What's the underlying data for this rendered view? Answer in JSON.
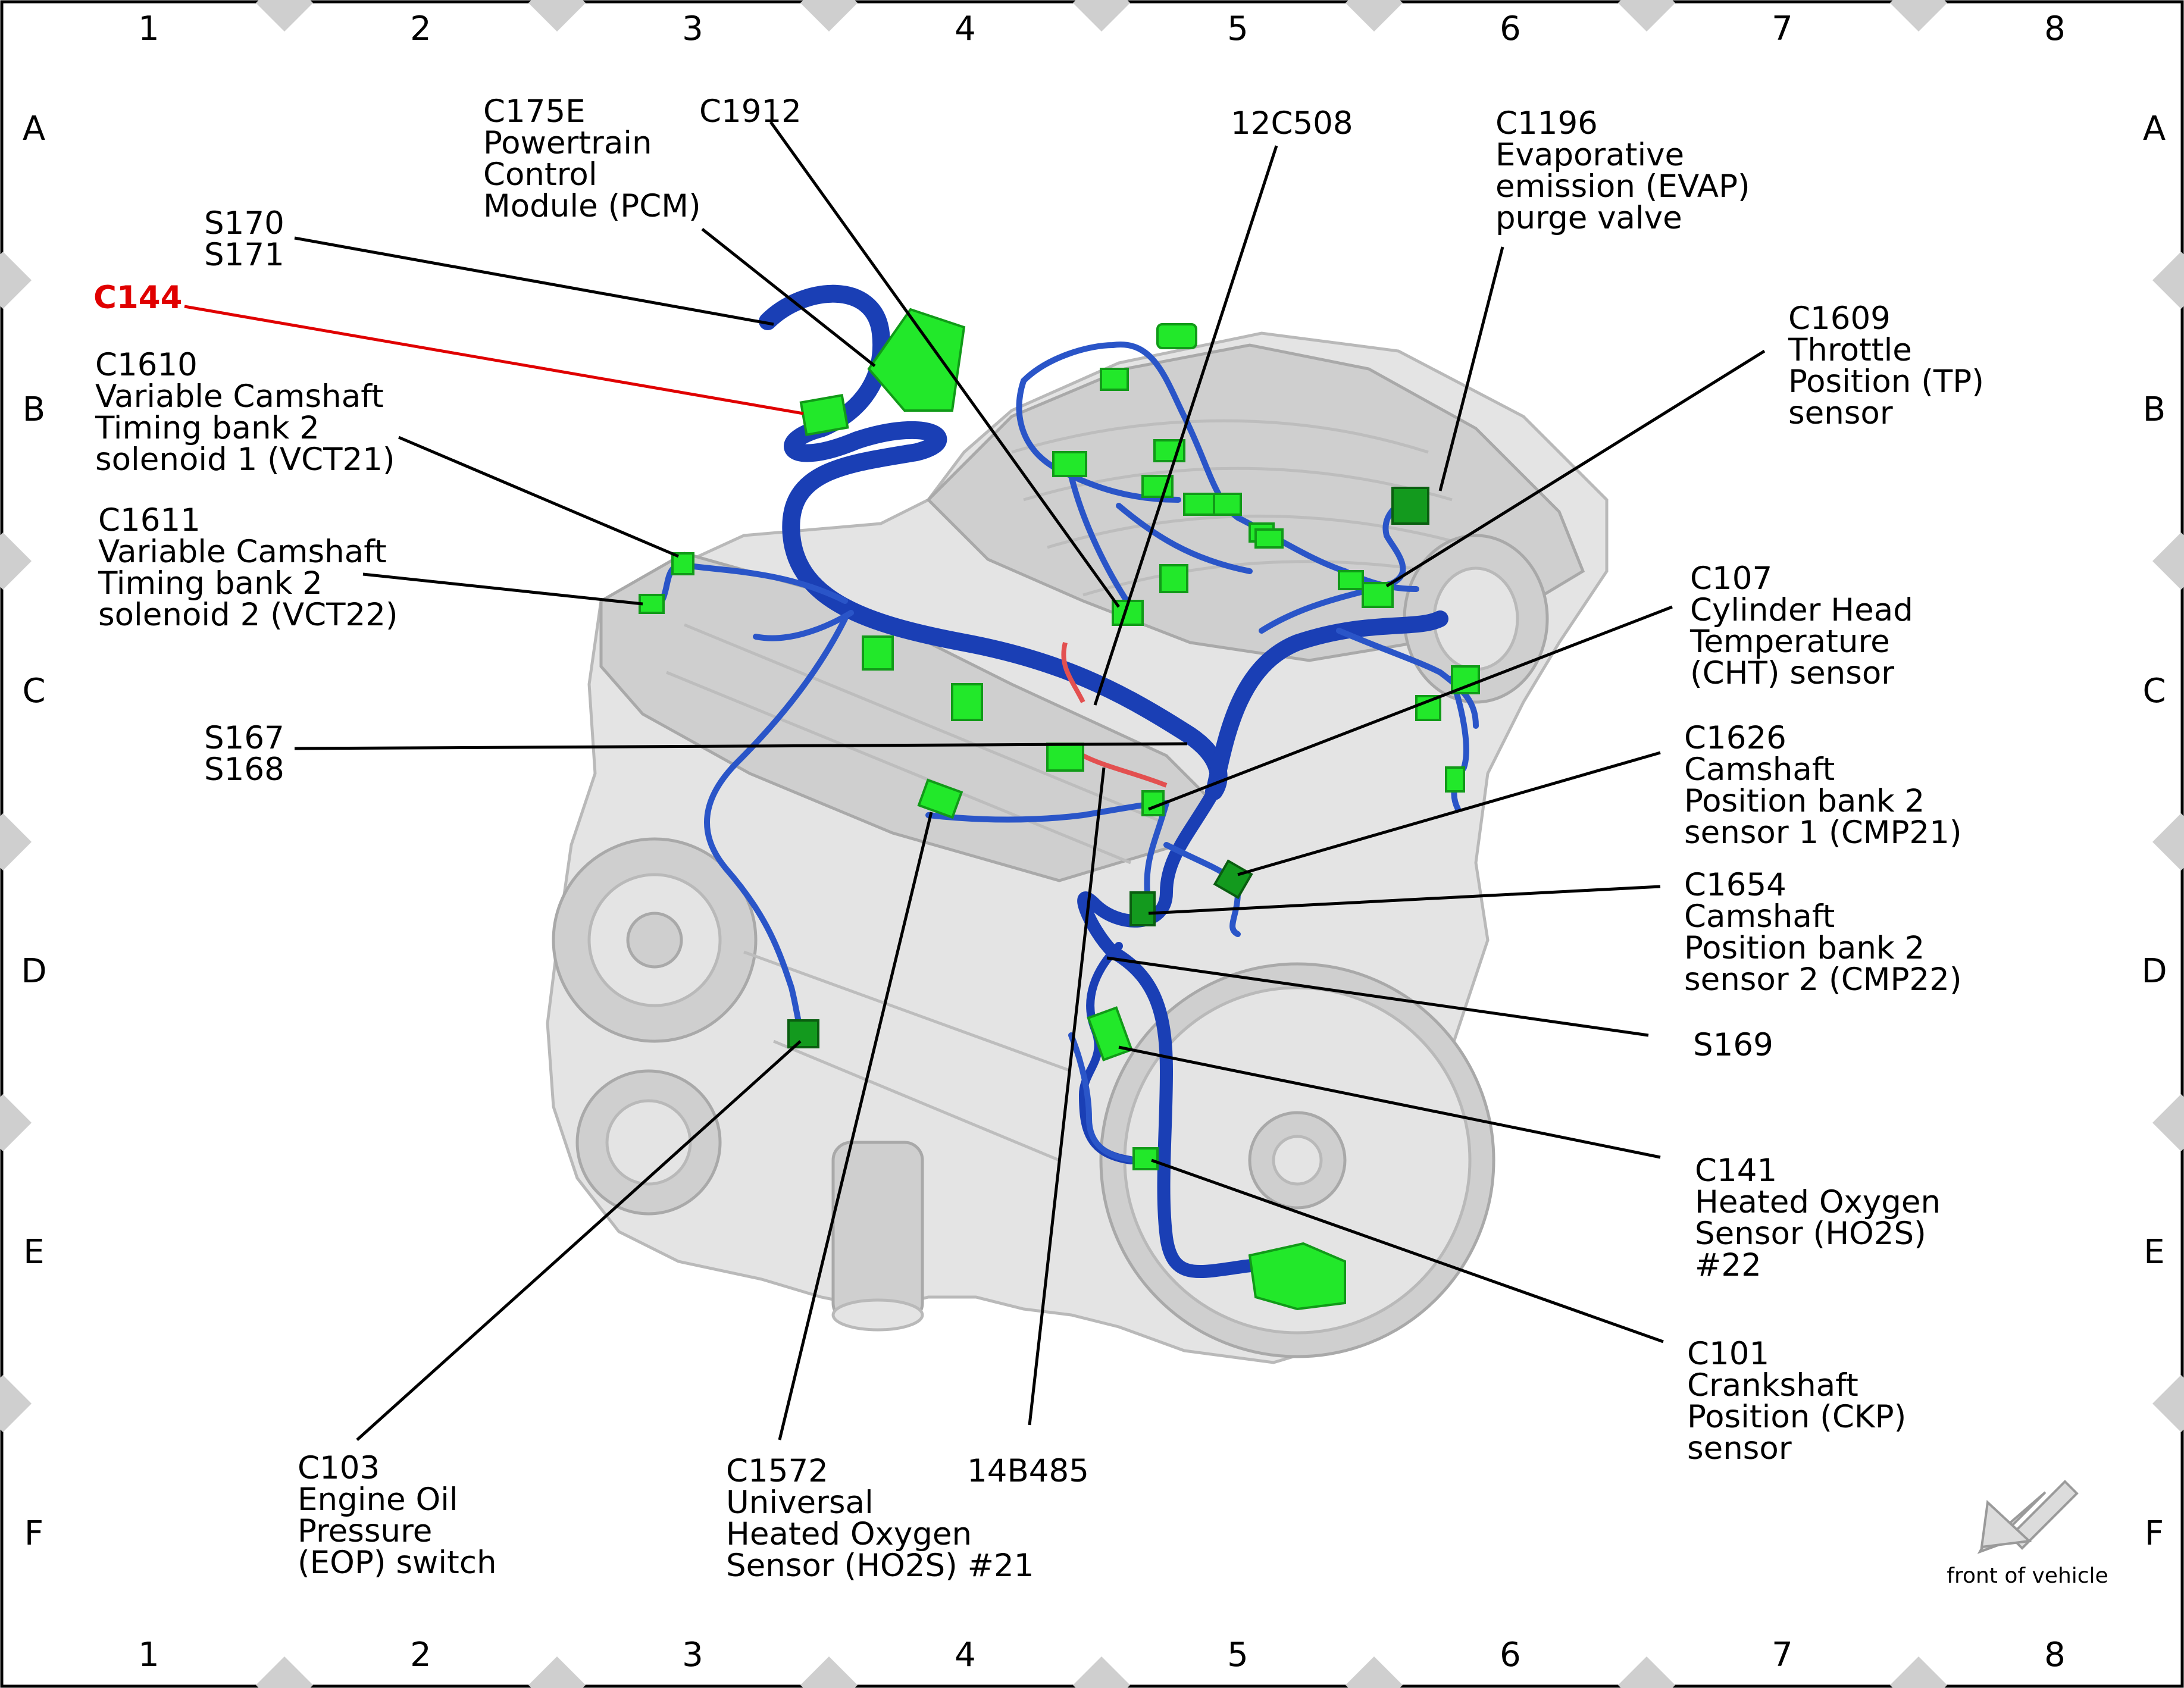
{
  "grid": {
    "columns": [
      "1",
      "2",
      "3",
      "4",
      "5",
      "6",
      "7",
      "8"
    ],
    "rows": [
      "A",
      "B",
      "C",
      "D",
      "E",
      "F"
    ]
  },
  "labels": {
    "c175e": [
      "C175E",
      "Powertrain",
      "Control",
      "Module (PCM)"
    ],
    "c1912": [
      "C1912"
    ],
    "c12c508": [
      "12C508"
    ],
    "c1196": [
      "C1196",
      "Evaporative",
      "emission (EVAP)",
      "purge valve"
    ],
    "s170": [
      "S170",
      "S171"
    ],
    "c144": [
      "C144"
    ],
    "c1609": [
      "C1609",
      "Throttle",
      "Position (TP)",
      "sensor"
    ],
    "c1610": [
      "C1610",
      "Variable Camshaft",
      "Timing bank 2",
      "solenoid 1 (VCT21)"
    ],
    "c1611": [
      "C1611",
      "Variable Camshaft",
      "Timing bank 2",
      "solenoid 2 (VCT22)"
    ],
    "c107": [
      "C107",
      "Cylinder Head",
      "Temperature",
      "(CHT) sensor"
    ],
    "s167": [
      "S167",
      "S168"
    ],
    "c1626": [
      "C1626",
      "Camshaft",
      "Position bank 2",
      "sensor 1 (CMP21)"
    ],
    "c1654": [
      "C1654",
      "Camshaft",
      "Position bank 2",
      "sensor 2 (CMP22)"
    ],
    "s169": [
      "S169"
    ],
    "c141": [
      "C141",
      "Heated Oxygen",
      "Sensor (HO2S)",
      "#22"
    ],
    "c101": [
      "C101",
      "Crankshaft",
      "Position (CKP)",
      "sensor"
    ],
    "c103": [
      "C103",
      "Engine Oil",
      "Pressure",
      "(EOP) switch"
    ],
    "c1572": [
      "C1572",
      "Universal",
      "Heated Oxygen",
      "Sensor (HO2S) #21"
    ],
    "c14b485": [
      "14B485"
    ]
  },
  "highlight_label": "C144",
  "highlight_color": "#e00000",
  "harness_color": "#1a3fb5",
  "connector_color": "#22e82a",
  "front_note": "front of vehicle",
  "front_icon": "arrow-down-left-icon"
}
